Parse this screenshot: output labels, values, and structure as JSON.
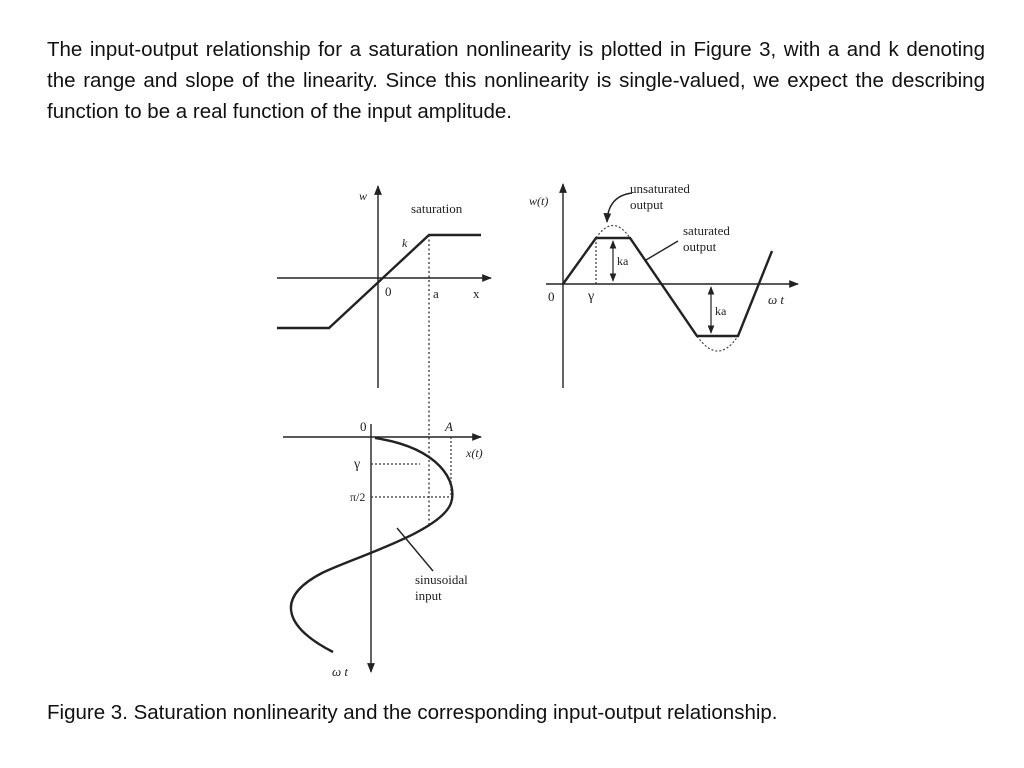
{
  "paragraph": "The input-output relationship for a saturation nonlinearity is plotted in Figure 3, with a and k denoting the range and slope of the linearity. Since this nonlinearity is single-valued, we expect the describing function to be a real function of the input amplitude.",
  "figure": {
    "left_plot": {
      "y_label": "w",
      "x_label": "x",
      "origin_label": "0",
      "a_label": "a",
      "slope_label": "k",
      "saturation_label": "saturation"
    },
    "right_plot": {
      "y_label": "w(t)",
      "x_label": "ω t",
      "origin_label": "0",
      "gamma_label": "γ",
      "ka_upper_label": "ka",
      "ka_lower_label": "ka",
      "unsaturated_label_line1": "unsaturated",
      "unsaturated_label_line2": "output",
      "saturated_label_line1": "saturated",
      "saturated_label_line2": "output"
    },
    "bottom_plot": {
      "origin_label": "0",
      "amplitude_label": "A",
      "x_label": "x(t)",
      "gamma_label": "γ",
      "pi_half_label": "π/2",
      "y_label": "ω t",
      "sinusoid_label_line1": "sinusoidal",
      "sinusoid_label_line2": "input"
    }
  },
  "caption": "Figure 3. Saturation nonlinearity and the corresponding input-output relationship."
}
